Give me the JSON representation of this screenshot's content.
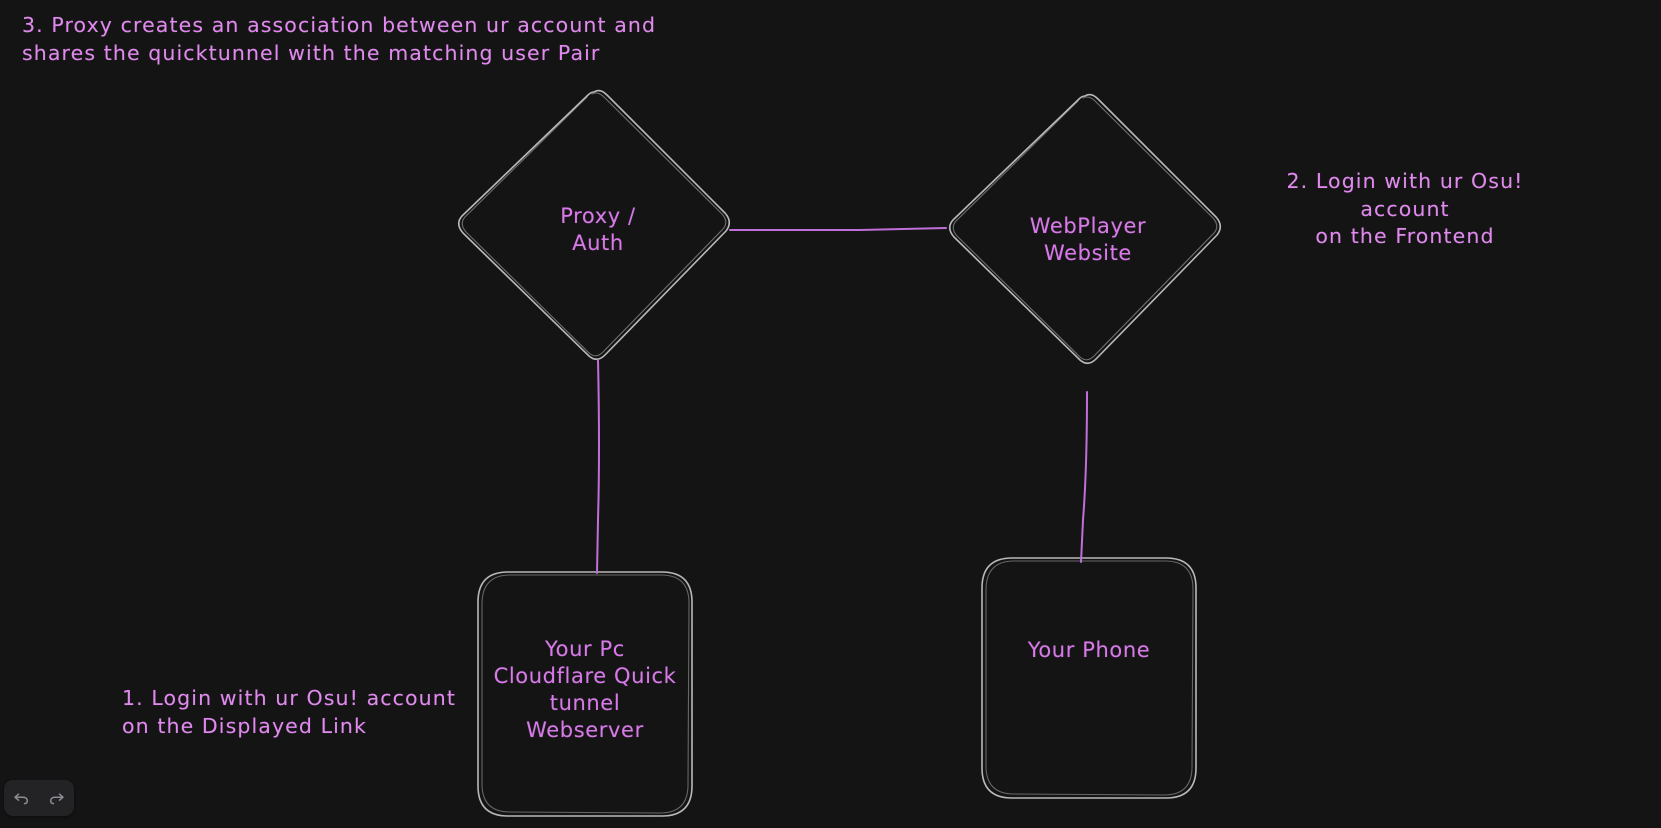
{
  "canvas": {
    "background_color": "#141414",
    "edge_color": "#c06fd8",
    "node_border_color": "#c9c9c9",
    "text_color": "#d77ae8"
  },
  "nodes": [
    {
      "id": "proxy-auth",
      "shape": "diamond",
      "label": "Proxy /\nAuth"
    },
    {
      "id": "webplayer-website",
      "shape": "diamond",
      "label": "WebPlayer\nWebsite"
    },
    {
      "id": "your-pc",
      "shape": "rounded-rect",
      "label": "Your Pc\nCloudflare Quick\ntunnel\nWebserver"
    },
    {
      "id": "your-phone",
      "shape": "rounded-rect",
      "label": "Your Phone"
    }
  ],
  "annotations": [
    {
      "id": "step-3",
      "text": "3. Proxy creates an association between ur account and\n  shares the quicktunnel with the matching user Pair"
    },
    {
      "id": "step-2",
      "text": "2. Login with ur Osu! account\non the Frontend"
    },
    {
      "id": "step-1",
      "text": "1. Login with ur Osu! account\non the Displayed Link"
    }
  ],
  "toolbar": {
    "undo_label": "undo",
    "redo_label": "redo"
  }
}
